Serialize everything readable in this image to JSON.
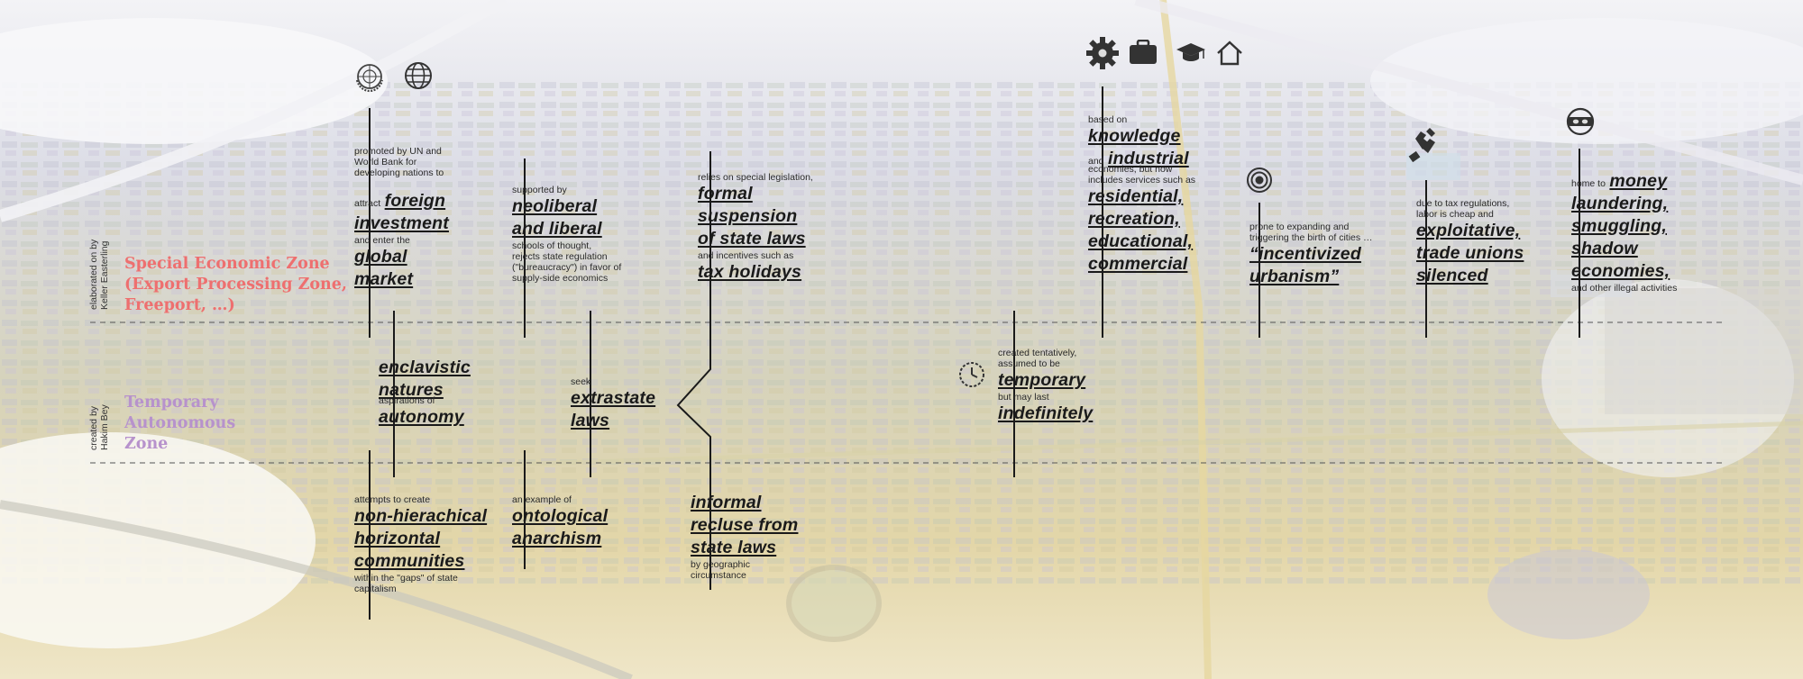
{
  "zones": {
    "sez": {
      "title_lines": [
        "Special Economic Zone",
        "(Export Processing Zone,",
        "Freeport, …)"
      ],
      "credit_lines": [
        "elaborated on by",
        "Keller Easterling"
      ],
      "color": "#ee6f6f"
    },
    "taz": {
      "title_lines": [
        "Temporary",
        "Autonomous",
        "Zone"
      ],
      "credit_lines": [
        "created by",
        "Hakim Bey"
      ],
      "color": "#b792cc"
    }
  },
  "icons": [
    "un-emblem-icon",
    "globe-icon",
    "gear-icon",
    "briefcase-icon",
    "graduation-cap-icon",
    "house-icon",
    "target-icon",
    "broken-shackle-icon",
    "bandit-mask-icon",
    "clock-icon"
  ],
  "sez_items": {
    "foreign": {
      "pre": [
        "promoted by UN and",
        "World Bank for",
        "developing nations to"
      ],
      "attract": "attract",
      "foreign": "foreign",
      "investment": "investment",
      "enter": "and enter the",
      "global": "global",
      "market": "market"
    },
    "neoliberal": {
      "pre": "supported by",
      "big": [
        "neoliberal",
        "and liberal"
      ],
      "post": [
        "schools of thought,",
        "rejects state regulation",
        "(\"bureaucracy\") in favor of",
        "supply-side economics"
      ]
    },
    "formal": {
      "pre": "relies on special legislation,",
      "big": [
        "formal",
        "suspension",
        "of state laws"
      ],
      "mid": "and incentives such as",
      "big2": "tax holidays"
    },
    "knowledge": {
      "pre": "based on",
      "knowledge": "knowledge",
      "and": "and",
      "industrial": "industrial",
      "mid": [
        "economies, but now",
        "includes services such as"
      ],
      "big2": [
        "residential,",
        "recreation,",
        "educational,",
        "commercial"
      ]
    },
    "urbanism": {
      "pre": [
        "prone to expanding and",
        "triggering the birth of cities …"
      ],
      "big": [
        "“incentivized",
        "urbanism”"
      ]
    },
    "labor": {
      "pre": [
        "due to tax regulations,",
        "labor is cheap and"
      ],
      "big": [
        "exploitative,",
        "trade unions",
        "silenced"
      ]
    },
    "laundering": {
      "pre": "home to",
      "money": "money",
      "big": [
        "laundering,",
        "smuggling,",
        "shadow",
        "economies,"
      ],
      "post": "and other illegal activities"
    }
  },
  "taz_items": {
    "enclavistic": {
      "big": [
        "enclavistic",
        "natures"
      ],
      "mid": "aspirations of",
      "big2": "autonomy"
    },
    "extrastate": {
      "pre": "seek",
      "big": [
        "extrastate",
        "laws"
      ]
    },
    "temporary": {
      "pre": [
        "created tentatively,",
        "assumed to be"
      ],
      "big": "temporary",
      "mid": "but may last",
      "big2": "indefinitely"
    }
  },
  "lower_items": {
    "communities": {
      "pre": "attempts to create",
      "big": [
        "non-hierachical",
        "horizontal",
        "communities"
      ],
      "post": [
        "within the \"gaps\" of state",
        "capitalism"
      ]
    },
    "anarchism": {
      "pre": "an example of",
      "big": [
        "ontological",
        "anarchism"
      ]
    },
    "recluse": {
      "big": [
        "informal",
        "recluse from",
        "state laws"
      ],
      "post": [
        "by geographic",
        "circumstance"
      ]
    }
  }
}
